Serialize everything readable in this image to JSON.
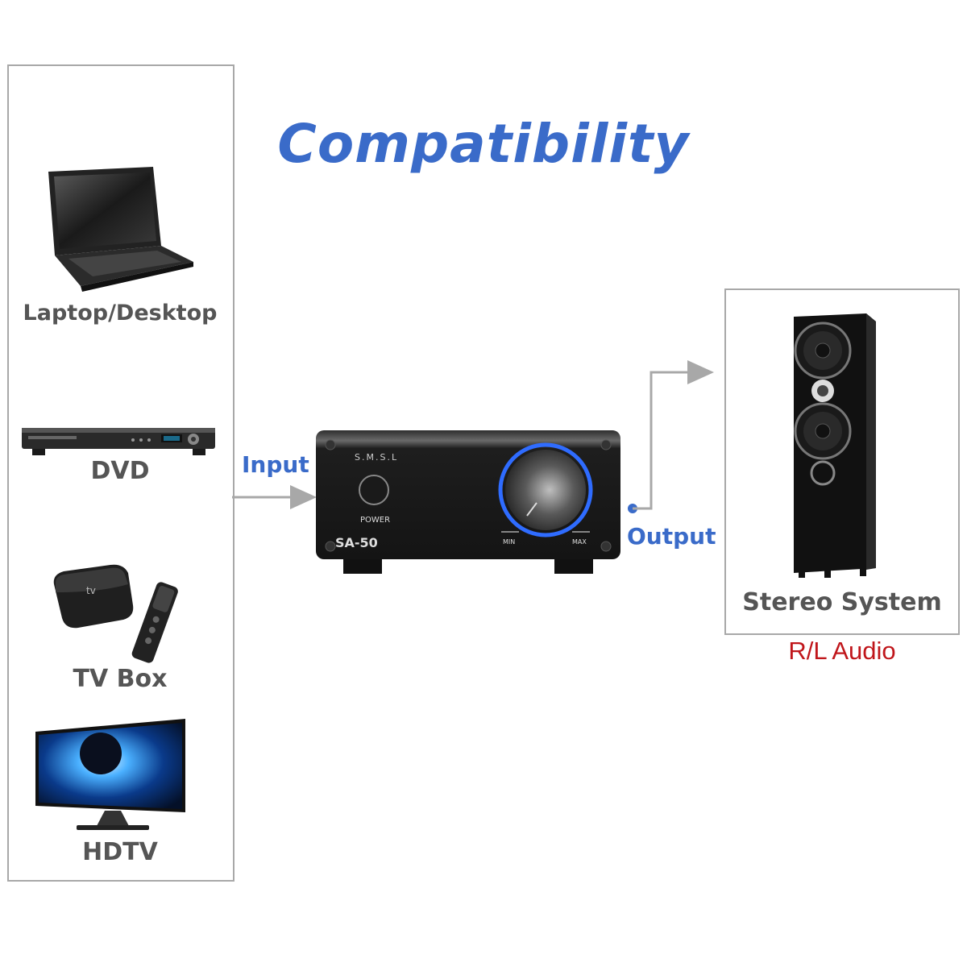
{
  "title": "Compatibility",
  "sources": [
    {
      "label": "Laptop/Desktop",
      "icon": "laptop-icon"
    },
    {
      "label": "DVD",
      "icon": "dvd-player-icon"
    },
    {
      "label": "TV Box",
      "icon": "tv-box-icon"
    },
    {
      "label": "HDTV",
      "icon": "hdtv-icon"
    }
  ],
  "connections": {
    "input_label": "Input",
    "output_label": "Output"
  },
  "amplifier": {
    "brand": "S.M.S.L",
    "model": "SA-50",
    "power_label": "POWER",
    "knob_min": "MIN",
    "knob_max": "MAX"
  },
  "output": {
    "label": "Stereo System",
    "sublabel": "R/L Audio",
    "icon": "speaker-icon"
  },
  "colors": {
    "accent_blue": "#3a6bc9",
    "audio_red": "#c0161b",
    "label_gray": "#555555",
    "border_gray": "#a8a8a8"
  }
}
